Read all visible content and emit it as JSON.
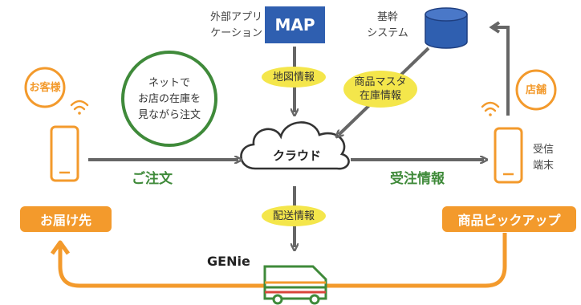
{
  "customer": {
    "badge": "お客様",
    "destination": "お届け先",
    "order": "ご注文"
  },
  "circle_note": "ネットで\nお店の在庫を\n見ながら注文",
  "external_app": {
    "label": "外部アプリ\nケーション",
    "box": "MAP"
  },
  "core_system": {
    "label": "基幹\nシステム"
  },
  "bubbles": {
    "map_info": "地図情報",
    "master": "商品マスタ\n在庫情報",
    "delivery": "配送情報"
  },
  "cloud": "クラウド",
  "store": {
    "badge": "店舗",
    "terminal": "受信\n端末",
    "picking": "商品ピックアップ",
    "order_info": "受注情報"
  },
  "delivery_brand": "GENie",
  "colors": {
    "orange": "#f39a2c",
    "green": "#3f8a3a",
    "blue": "#2f5fb0",
    "yellow": "#f4e64b",
    "gray": "#666666"
  }
}
